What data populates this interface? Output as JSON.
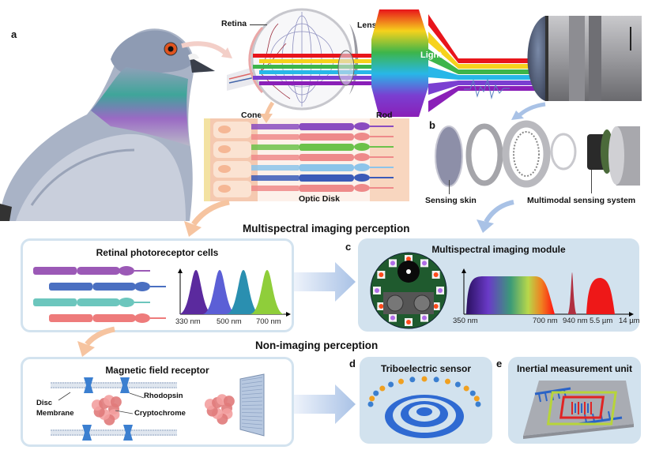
{
  "figure": {
    "panel_letters": {
      "a": "a",
      "b": "b",
      "c": "c",
      "d": "d",
      "e": "e"
    },
    "section_headings": {
      "imaging": "Multispectral imaging perception",
      "non_imaging": "Non-imaging perception"
    },
    "panel_a": {
      "eye_labels": {
        "retina": "Retina",
        "lens": "Lens",
        "light": "Light"
      },
      "retina_cell_labels": {
        "cone": "Cone",
        "rod": "Rod",
        "optic_disk": "Optic Disk"
      },
      "light_colors": [
        "#e8151b",
        "#f6d21c",
        "#3db54a",
        "#28b7e8",
        "#7a3fd1",
        "#8a1fb8"
      ]
    },
    "panel_b": {
      "labels": {
        "sensing_skin": "Sensing skin",
        "multimodal": "Multimodal sensing system"
      }
    },
    "photoreceptor_box": {
      "title": "Retinal photoreceptor cells",
      "cell_colors": [
        "#9b59b6",
        "#4a6fc1",
        "#6cc6bd",
        "#ee7b7b"
      ],
      "spectrum_ticks": [
        "330 nm",
        "500 nm",
        "700 nm"
      ],
      "peak_colors": [
        "#5b2a9e",
        "#5b5fd6",
        "#2a8fb0",
        "#8fce3a"
      ]
    },
    "imaging_module_box": {
      "title": "Multispectral imaging module",
      "spectrum_ticks": [
        "350 nm",
        "700 nm",
        "940 nm",
        "5.5 µm",
        "14 µm"
      ]
    },
    "magnetic_box": {
      "title": "Magnetic field receptor",
      "labels": {
        "disc_membrane_1": "Disc",
        "disc_membrane_2": "Membrane",
        "rhodopsin": "Rhodopsin",
        "cryptochrome": "Cryptochrome"
      }
    },
    "triboelectric_box": {
      "title": "Triboelectric sensor"
    },
    "imu_box": {
      "title": "Inertial measurement unit"
    },
    "colors": {
      "box_border": "#d3e3ef",
      "box_fill_blue": "#d2e2ee",
      "arrow_orange": "#f6c4a0",
      "arrow_blue": "#a9c2e6"
    }
  }
}
